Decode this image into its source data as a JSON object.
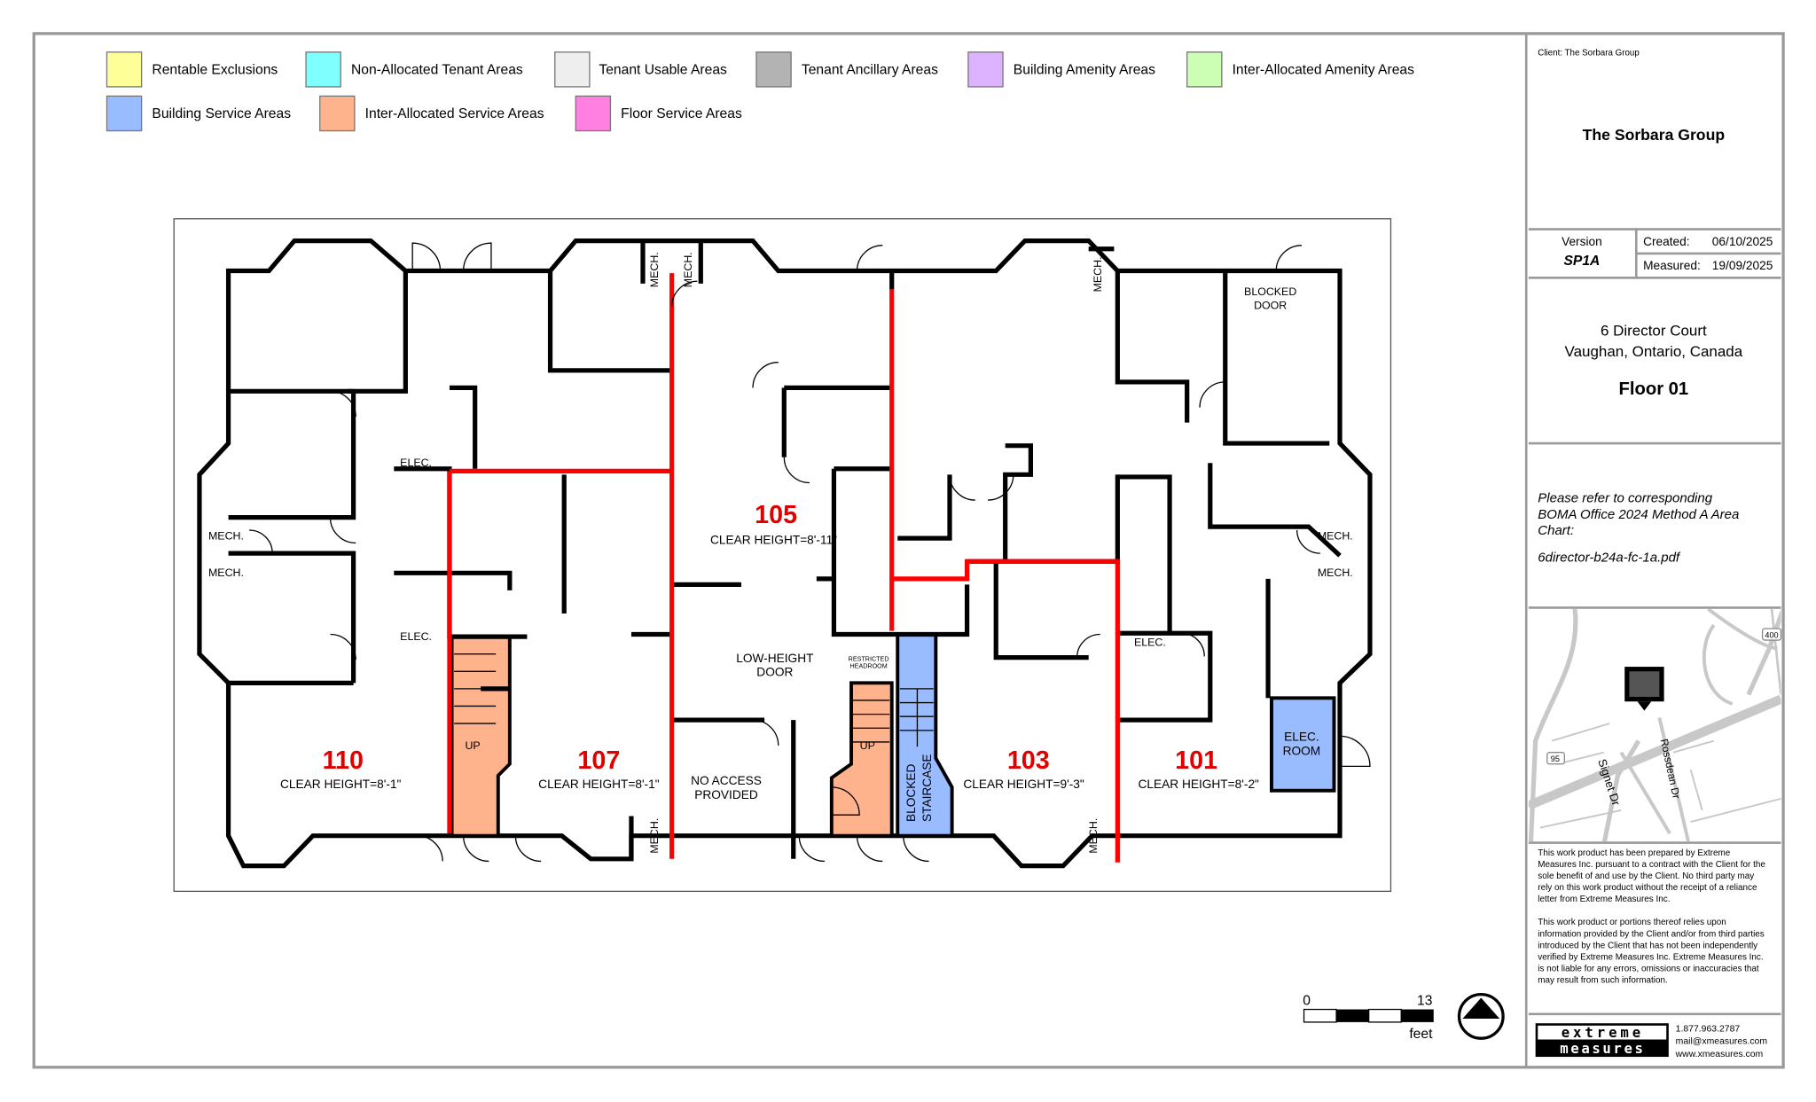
{
  "legend": [
    {
      "label": "Rentable Exclusions",
      "color": "#ffff99"
    },
    {
      "label": "Non-Allocated Tenant Areas",
      "color": "#80ffff"
    },
    {
      "label": "Tenant Usable Areas",
      "color": "#eeeeee"
    },
    {
      "label": "Tenant Ancillary Areas",
      "color": "#b3b3b3"
    },
    {
      "label": "Building Amenity Areas",
      "color": "#ddb3ff"
    },
    {
      "label": "Inter-Allocated Amenity Areas",
      "color": "#ccffb3"
    },
    {
      "label": "Building Service Areas",
      "color": "#99bbff"
    },
    {
      "label": "Inter-Allocated Service Areas",
      "color": "#ffb38c"
    },
    {
      "label": "Floor Service Areas",
      "color": "#ff80e0"
    }
  ],
  "rooms": [
    {
      "number": "110",
      "clear_height": "CLEAR HEIGHT=8'-1\""
    },
    {
      "number": "107",
      "clear_height": "CLEAR HEIGHT=8'-1\""
    },
    {
      "number": "105",
      "clear_height": "CLEAR HEIGHT=8'-11\""
    },
    {
      "number": "103",
      "clear_height": "CLEAR HEIGHT=9'-3\""
    },
    {
      "number": "101",
      "clear_height": "CLEAR HEIGHT=8'-2\""
    }
  ],
  "plan_labels": {
    "elec": "ELEC.",
    "mech": "MECH.",
    "up": "UP",
    "blocked_door": [
      "BLOCKED",
      "DOOR"
    ],
    "no_access": [
      "NO ACCESS",
      "PROVIDED"
    ],
    "low_height_door": [
      "LOW-HEIGHT",
      "DOOR"
    ],
    "restricted_headroom": [
      "RESTRICTED",
      "HEADROOM"
    ],
    "blocked_staircase": [
      "BLOCKED",
      "STAIRCASE"
    ],
    "elec_room": [
      "ELEC.",
      "ROOM"
    ]
  },
  "scale": {
    "start": "0",
    "end": "13",
    "unit": "feet"
  },
  "title_block": {
    "client": "Client:  The Sorbara Group",
    "client_name": "The Sorbara Group",
    "version_label": "Version",
    "version": "SP1A",
    "created_label": "Created:",
    "created": "06/10/2025",
    "measured_label": "Measured:",
    "measured": "19/09/2025",
    "address_line1": "6 Director Court",
    "address_line2": "Vaughan, Ontario, Canada",
    "floor": "Floor 01",
    "note_lines": [
      "Please refer to corresponding",
      "BOMA Office 2024 Method A Area",
      "Chart:"
    ],
    "file": "6director-b24a-fc-1a.pdf",
    "map_labels": {
      "hwy400": "400",
      "hwy95": "95",
      "signet": "Signet Dr",
      "rossdean": "Rossdean Dr"
    },
    "disclaimer1": [
      "This  work  product  has  been  prepared  by  Extreme",
      "Measures Inc. pursuant to a contract with the Client for the",
      "sole benefit of and use by the Client. No third party may",
      "rely on this work product without the receipt of a reliance",
      "letter from Extreme Measures Inc."
    ],
    "disclaimer2": [
      "This   work   product   or   portions   thereof   relies   upon",
      "information provided by the Client and/or from third parties",
      "introduced by the Client that has not been independently",
      "verified by Extreme Measures Inc. Extreme Measures Inc.",
      "is not liable for any errors, omissions or inaccuracies that",
      "may result from such information."
    ],
    "logo": [
      "extreme",
      "measures"
    ],
    "phone": "1.877.963.2787",
    "email": "mail@xmeasures.com",
    "website": "www.xmeasures.com"
  }
}
